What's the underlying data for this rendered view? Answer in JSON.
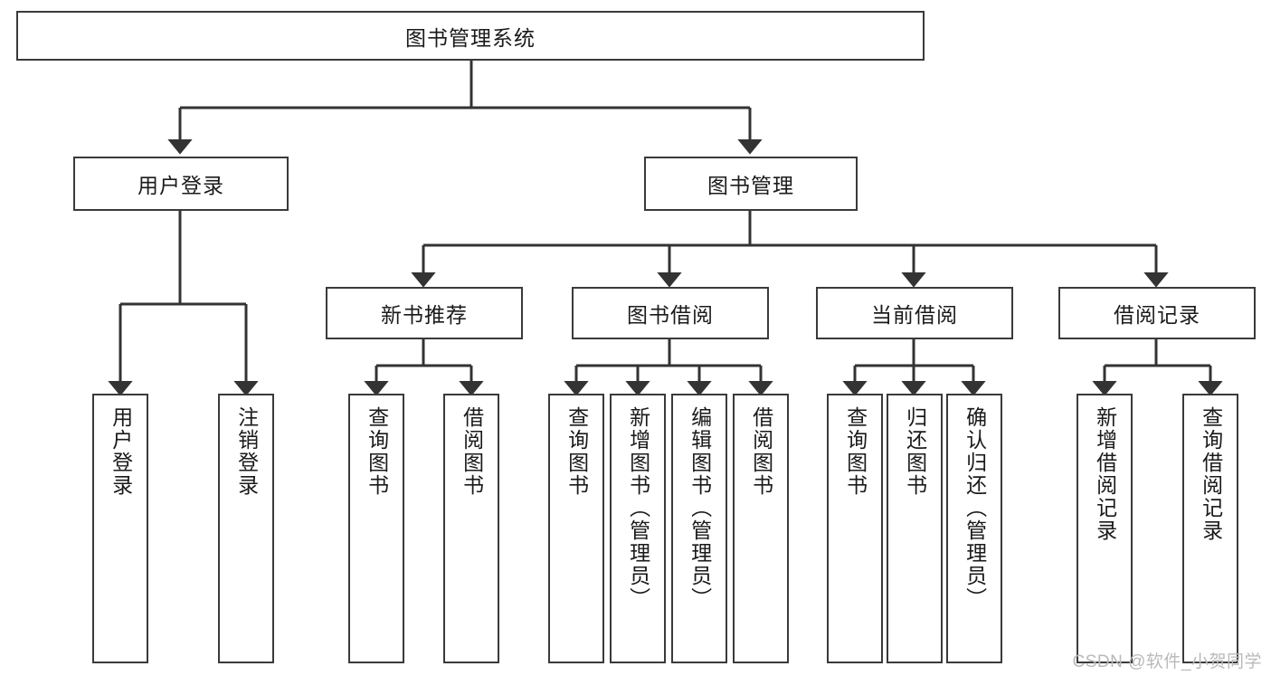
{
  "diagram": {
    "title": "图书管理系统",
    "type": "tree-hierarchy-diagram",
    "colors": {
      "box_border": "#3a3a3a",
      "box_fill": "#ffffff",
      "edge": "#333333",
      "text": "#1a1a1a",
      "watermark": "#b9b9b9"
    },
    "root": {
      "label": "图书管理系统"
    },
    "level2": [
      {
        "label": "用户登录"
      },
      {
        "label": "图书管理"
      }
    ],
    "level3": [
      {
        "label": "新书推荐"
      },
      {
        "label": "图书借阅"
      },
      {
        "label": "当前借阅"
      },
      {
        "label": "借阅记录"
      }
    ],
    "leaves": {
      "user_login": [
        {
          "label": "用户登录"
        },
        {
          "label": "注销登录"
        }
      ],
      "new_book_recommend": [
        {
          "label": "查询图书"
        },
        {
          "label": "借阅图书"
        }
      ],
      "book_borrow": [
        {
          "label": "查询图书"
        },
        {
          "label": "新增图书（管理员）"
        },
        {
          "label": "编辑图书（管理员）"
        },
        {
          "label": "借阅图书"
        }
      ],
      "current_borrow": [
        {
          "label": "查询图书"
        },
        {
          "label": "归还图书"
        },
        {
          "label": "确认归还（管理员）"
        }
      ],
      "borrow_record": [
        {
          "label": "新增借阅记录"
        },
        {
          "label": "查询借阅记录"
        }
      ]
    }
  },
  "watermark": {
    "text": "CSDN @软件_小贺同学"
  }
}
